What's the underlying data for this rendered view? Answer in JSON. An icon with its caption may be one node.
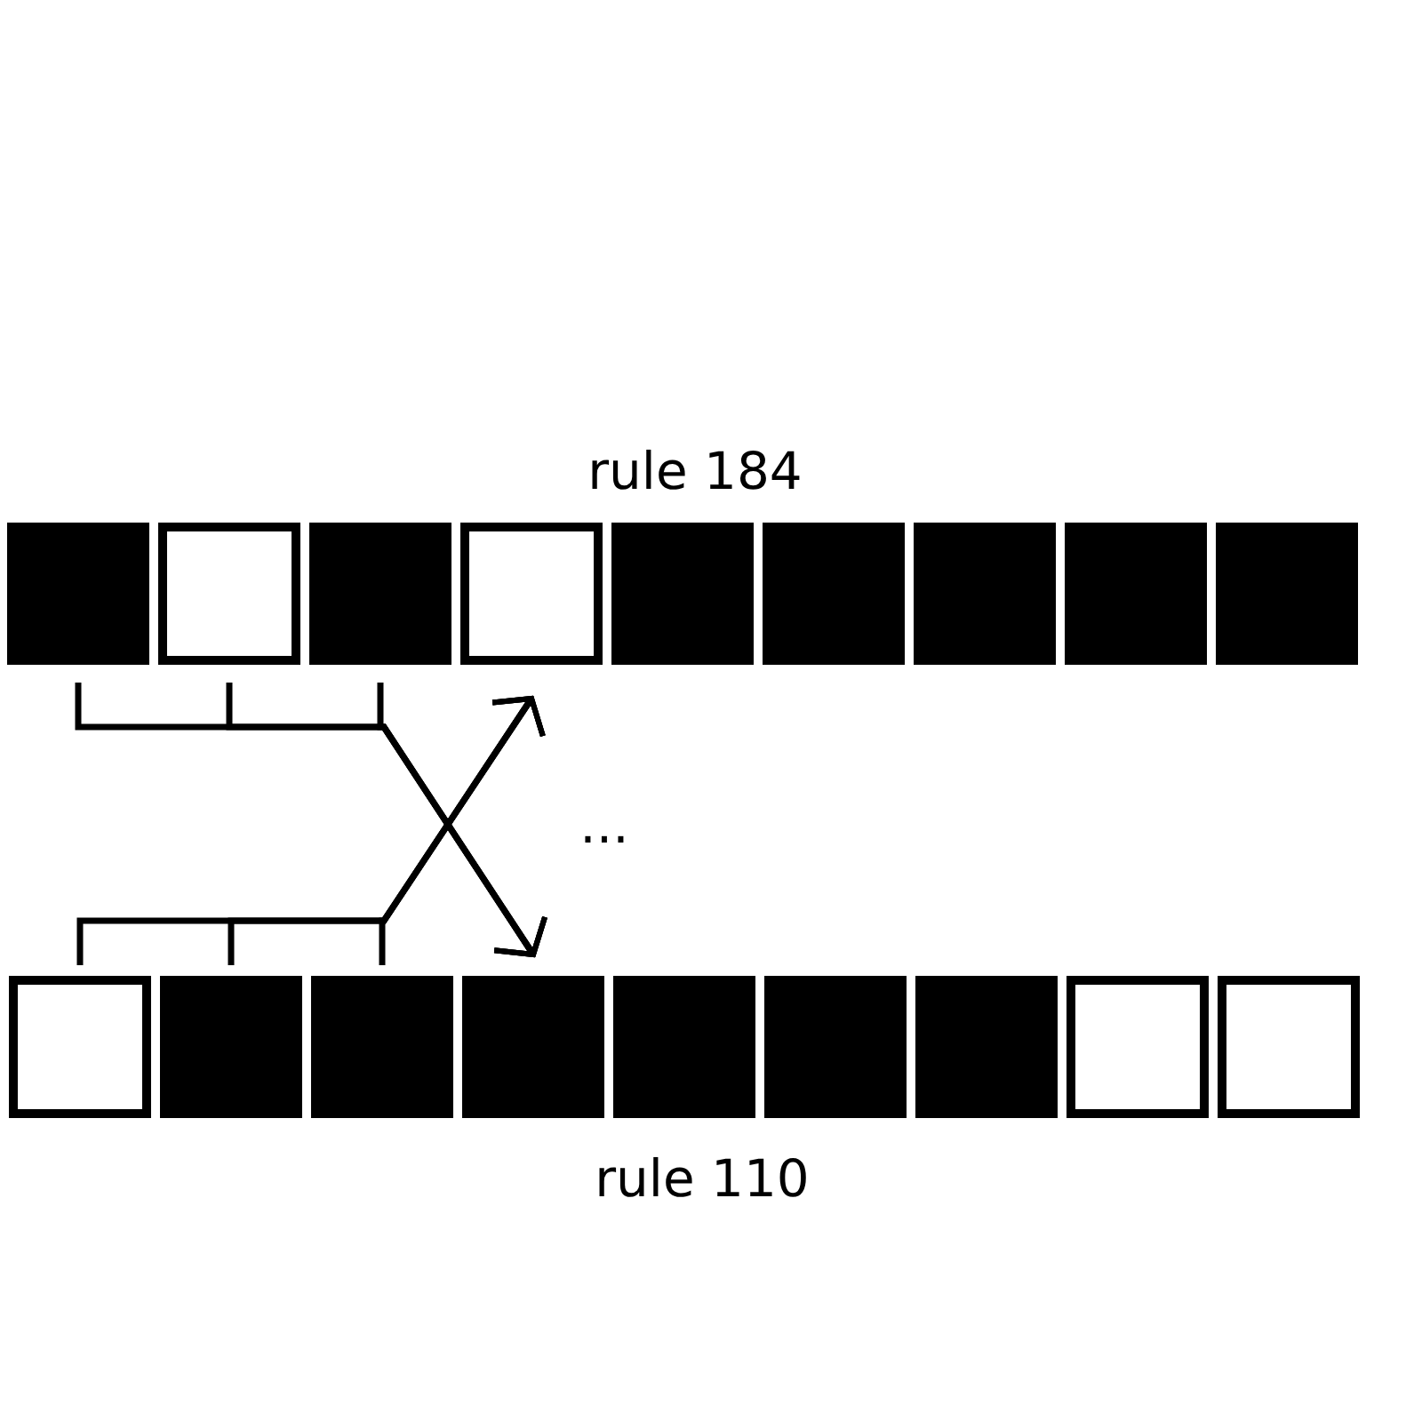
{
  "diagram": {
    "nodes": [
      {
        "text": [],
        "shape": "block"
      },
      {
        "text": [],
        "shape": "box"
      },
      {
        "text": [],
        "shape": "block"
      },
      {
        "text": [],
        "shape": "box"
      },
      {
        "text": [],
        "shape": "block"
      },
      {
        "text": [],
        "shape": "block"
      },
      {
        "text": [],
        "shape": "block"
      },
      {
        "text": [],
        "shape": "block"
      },
      {
        "text": [],
        "shape": "block"
      },
      {
        "text": [],
        "shape": "box"
      },
      {
        "text": [],
        "shape": "block"
      },
      {
        "text": [],
        "shape": "block"
      },
      {
        "text": [],
        "shape": "block"
      },
      {
        "text": [],
        "shape": "block"
      },
      {
        "text": [],
        "shape": "block"
      },
      {
        "text": [],
        "shape": "block"
      },
      {
        "text": [],
        "shape": "box"
      },
      {
        "text": [],
        "shape": "box"
      }
    ],
    "edges": [
      {
        "from": 0,
        "to": 12,
        "arrow": "to"
      },
      {
        "from": 1,
        "to": 12,
        "arrow": "to"
      },
      {
        "from": 2,
        "to": 12,
        "arrow": "to"
      },
      {
        "from": 9,
        "to": 3,
        "arrow": "to"
      },
      {
        "from": 10,
        "to": 3,
        "arrow": "to"
      },
      {
        "from": 11,
        "to": 3,
        "arrow": "to"
      }
    ],
    "labels": [
      "rule 184",
      "...",
      "rule 110"
    ]
  }
}
